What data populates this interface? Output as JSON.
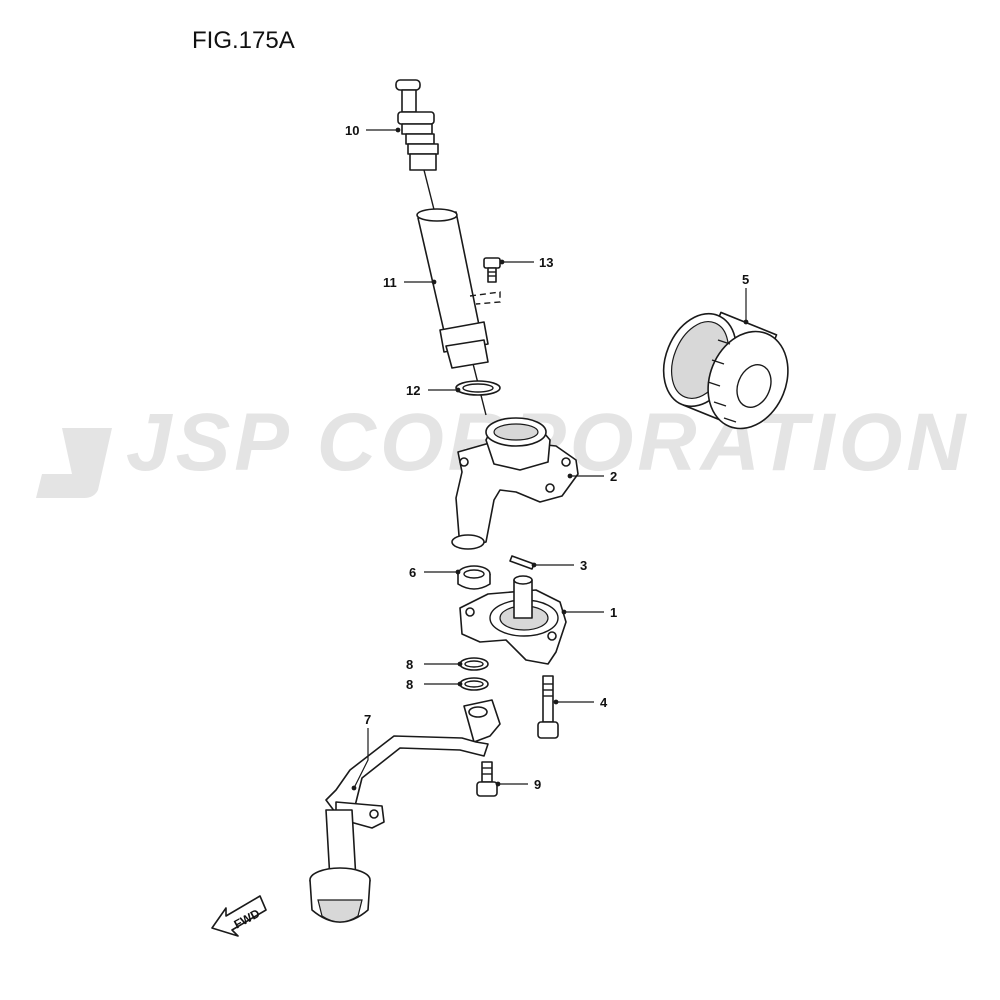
{
  "figure": {
    "title": "FIG.175A"
  },
  "watermark": {
    "text": "JSP CORPORATION",
    "color": "#e4e4e4"
  },
  "fwd_arrow": {
    "text": "FWD"
  },
  "callouts": {
    "c1": "1",
    "c2": "2",
    "c3": "3",
    "c4": "4",
    "c5": "5",
    "c6": "6",
    "c7": "7",
    "c8a": "8",
    "c8b": "8",
    "c9": "9",
    "c10": "10",
    "c11": "11",
    "c12": "12",
    "c13": "13"
  }
}
